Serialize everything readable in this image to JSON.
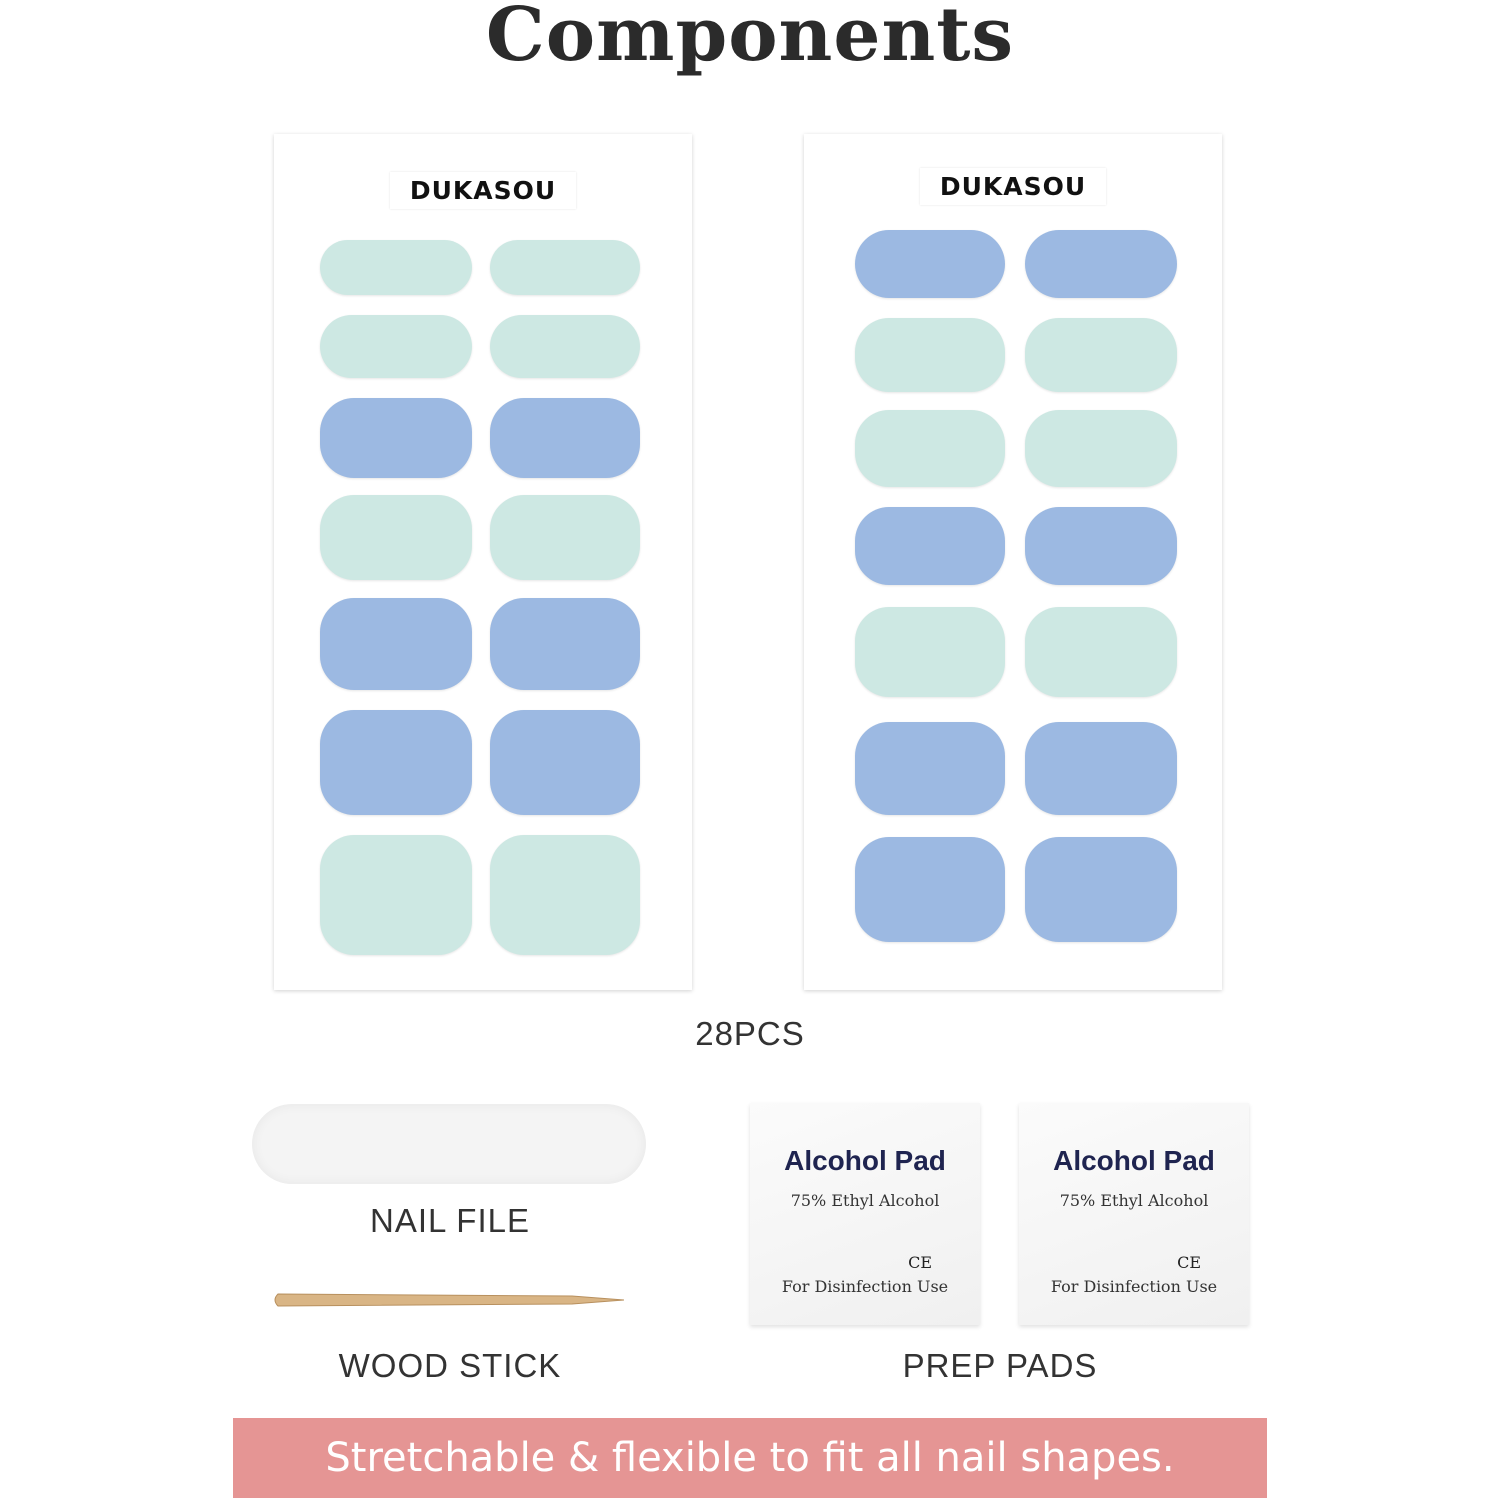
{
  "title": "Components",
  "sheets": [
    {
      "brand": "DUKASOU",
      "nails": [
        "mint",
        "mint",
        "mint",
        "mint",
        "blue",
        "blue",
        "mint",
        "mint",
        "blue",
        "blue",
        "blue",
        "blue",
        "mint",
        "mint"
      ]
    },
    {
      "brand": "DUKASOU",
      "nails": [
        "blue",
        "blue",
        "mint",
        "mint",
        "mint",
        "mint",
        "blue",
        "blue",
        "mint",
        "mint",
        "blue",
        "blue",
        "blue",
        "blue"
      ]
    }
  ],
  "colors": {
    "mint": "#cde8e3",
    "blue": "#9cb9e2",
    "banner": "#e59594"
  },
  "count_label": "28PCS",
  "accessories": {
    "nail_file": "NAIL FILE",
    "wood_stick": "WOOD STICK",
    "prep_pads": "PREP PADS"
  },
  "pads": [
    {
      "heading": "Alcohol  Pad",
      "sub": "75% Ethyl Alcohol",
      "mark": "CE",
      "footer": "For Disinfection Use"
    },
    {
      "heading": "Alcohol  Pad",
      "sub": "75% Ethyl Alcohol",
      "mark": "CE",
      "footer": "For Disinfection Use"
    }
  ],
  "banner": "Stretchable & flexible to fit all nail shapes."
}
